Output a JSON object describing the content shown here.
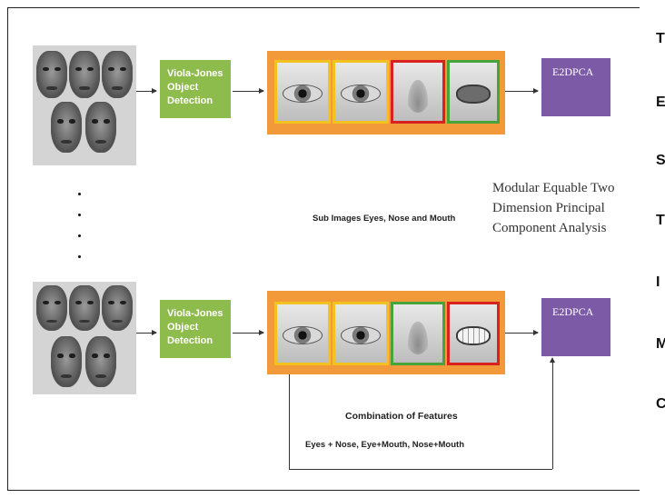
{
  "top_row": {
    "detector_label_lines": [
      "Viola-Jones",
      "Object",
      "Detection"
    ],
    "output_label": "E2DPCA"
  },
  "bottom_row": {
    "detector_label_lines": [
      "Viola-Jones",
      "Object",
      "Detection"
    ],
    "output_label": "E2DPCA"
  },
  "sub_images_label": "Sub Images Eyes, Nose and Mouth",
  "method_label_lines": [
    "Modular Equable Two",
    "Dimension Principal",
    "Component Analysis"
  ],
  "combination_title": "Combination of Features",
  "combination_list": "Eyes + Nose, Eye+Mouth, Nose+Mouth",
  "side_letters": [
    "T",
    "E",
    "S",
    "T",
    "I",
    "M",
    "C"
  ],
  "colors": {
    "detector_green": "#8dbb4c",
    "feature_panel_orange": "#f29a3a",
    "output_purple": "#7c5aa6",
    "border_yellow": "#f2c21f",
    "border_red": "#d9211f",
    "border_green": "#47a43a"
  }
}
